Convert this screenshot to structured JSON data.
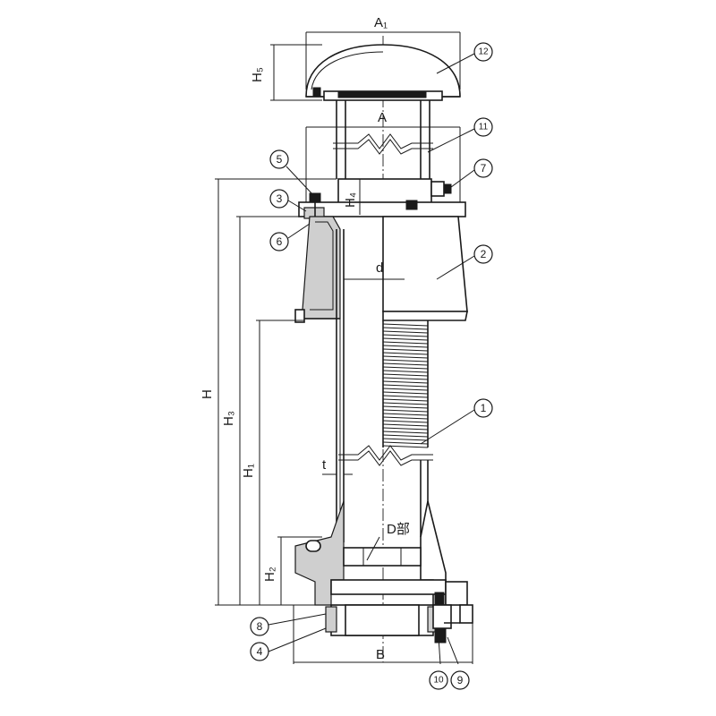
{
  "dimensions": {
    "A1": "A₁",
    "A": "A",
    "H5": "H₅",
    "H4": "H₄",
    "H": "H",
    "H3": "H₃",
    "H1": "H₁",
    "H2": "H₂",
    "d": "d",
    "t": "t",
    "B": "B"
  },
  "detail_label": "D部",
  "callouts": [
    "①",
    "②",
    "③",
    "④",
    "⑤",
    "⑥",
    "⑦",
    "⑧",
    "⑨",
    "⑩",
    "⑪",
    "⑫"
  ],
  "callout_numbers": [
    "1",
    "2",
    "3",
    "4",
    "5",
    "6",
    "7",
    "8",
    "9",
    "10",
    "11",
    "12"
  ]
}
